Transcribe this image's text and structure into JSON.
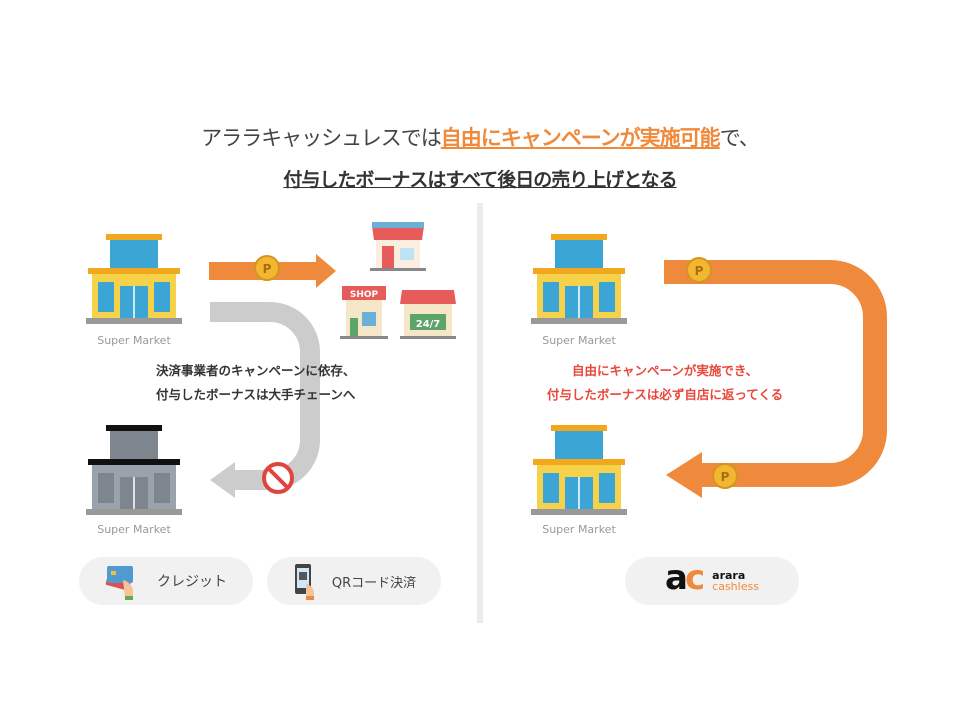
{
  "title": {
    "line1_prefix": "アララキャッシュレスでは",
    "line1_highlight": "自由にキャンペーンが実施可能",
    "line1_suffix": "で、",
    "line2": "付与したボーナスはすべて後日の売り上げとなる"
  },
  "left": {
    "store_label_top": "Super Market",
    "store_label_bottom": "Super Market",
    "caption_line1": "決済事業者のキャンペーンに依存、",
    "caption_line2": "付与したボーナスは大手チェーンへ",
    "shop_sign": "SHOP",
    "conv_sign": "24/7",
    "pill_credit": "クレジット",
    "pill_qr": "QRコード決済"
  },
  "right": {
    "store_label_top": "Super Market",
    "store_label_bottom": "Super Market",
    "caption_line1": "自由にキャンペーンが実施でき、",
    "caption_line2": "付与したボーナスは必ず自店に返ってくる",
    "logo_mark": "ac",
    "logo_line1": "arara",
    "logo_line2": "cashless"
  },
  "colors": {
    "accent": "#ef8a3c",
    "red_text": "#e8473a",
    "gray_arrow": "#cccccc",
    "coin": "#f2b630"
  }
}
